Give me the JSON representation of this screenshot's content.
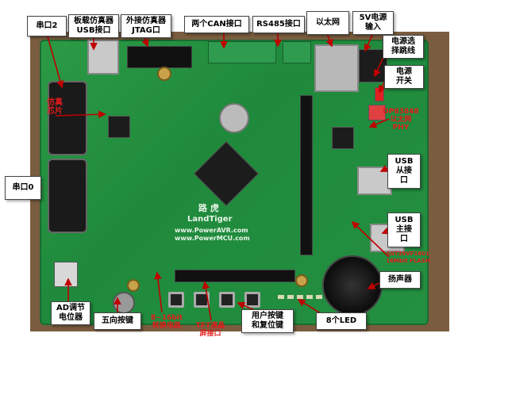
{
  "labels": {
    "com2": "串口2",
    "usb_debugger": "板载仿真器\nUSB接口",
    "jtag": "外接仿真器\nJTAG口",
    "can": "两个CAN接口",
    "rs485": "RS485接口",
    "ethernet": "以太网",
    "power_in": "5V电源\n输入",
    "power_jumper": "电源选\n择跳线",
    "power_switch": "电源\n开关",
    "com0": "串口0",
    "usb_device": "USB\n从接\n口",
    "usb_host": "USB\n主接\n口",
    "speaker": "扬声器",
    "ad_pot": "AD调节\n电位器",
    "joystick": "五向按键",
    "user_keys": "用户按键\n和复位键",
    "leds": "8个LED"
  },
  "red_annotations": {
    "emulator_chip": "仿真\n芯片",
    "phy": "DP83848\n以太网\nPHY",
    "flash": "SST39VF1601\n16Mbit FLASH",
    "bus_convert": "8~16bit\n转换电路",
    "tft": "TFT液晶\n屏接口"
  },
  "board_silk": {
    "name_cn": "路 虎",
    "name_en": "LandTiger",
    "url1": "www.PowerAVR.com",
    "url2": "www.PowerMCU.com"
  },
  "colors": {
    "pcb": "#238f40",
    "annotation": "#e31b1b",
    "arrow": "#c00000"
  }
}
